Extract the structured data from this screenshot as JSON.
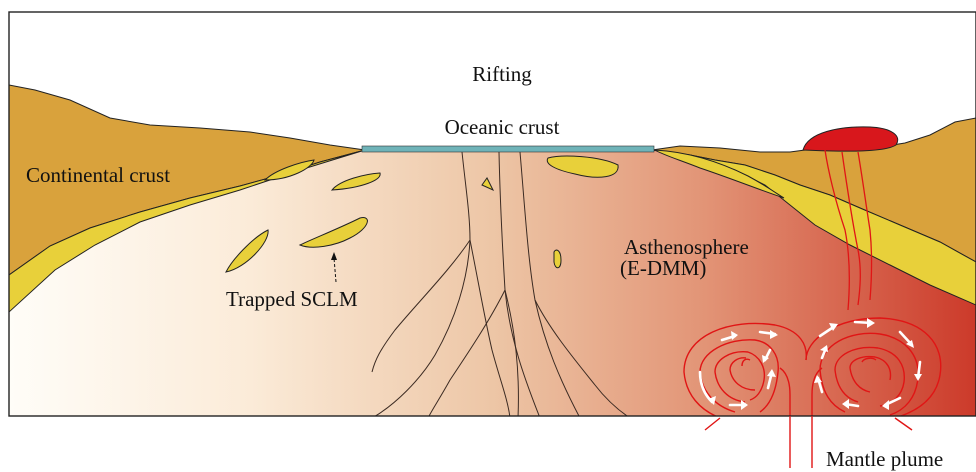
{
  "labels": {
    "rifting": "Rifting",
    "oceanic_crust": "Oceanic crust",
    "continental_crust": "Continental crust",
    "trapped_sclm": "Trapped SCLM",
    "asthenosphere_line1": "Asthenosphere",
    "asthenosphere_line2": "(E-DMM)",
    "mantle_plume": "Mantle plume"
  },
  "colors": {
    "continental_crust": "#d9a23c",
    "sclm": "#e8d03a",
    "oceanic_crust": "#6fb3b8",
    "asthenosphere_light": "#fdf7ee",
    "asthenosphere_mid": "#e9b08c",
    "asthenosphere_hot": "#cc3a2a",
    "plume": "#e01515",
    "magma": "#d8171c",
    "fracture": "#3b2a22"
  }
}
